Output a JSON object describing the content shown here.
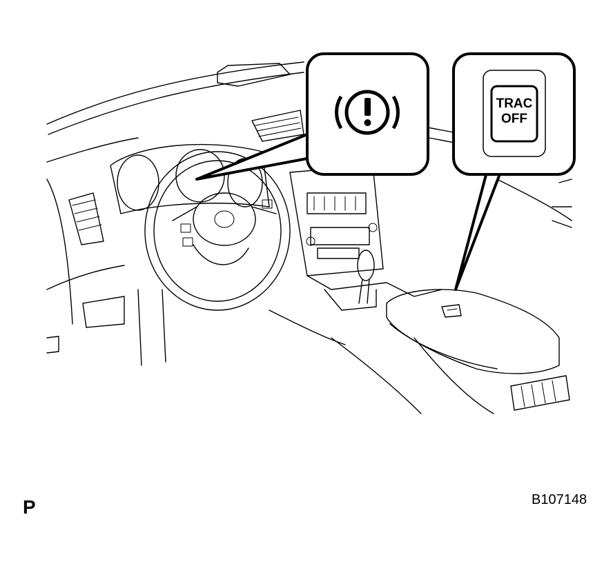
{
  "figure": {
    "corner_mark": "P",
    "figure_id": "B107148"
  },
  "callouts": {
    "brake_warning": {
      "icon": "brake-warning-icon"
    },
    "trac_off": {
      "line1": "TRAC",
      "line2": "OFF",
      "icon": "trac-off-switch-icon"
    }
  }
}
